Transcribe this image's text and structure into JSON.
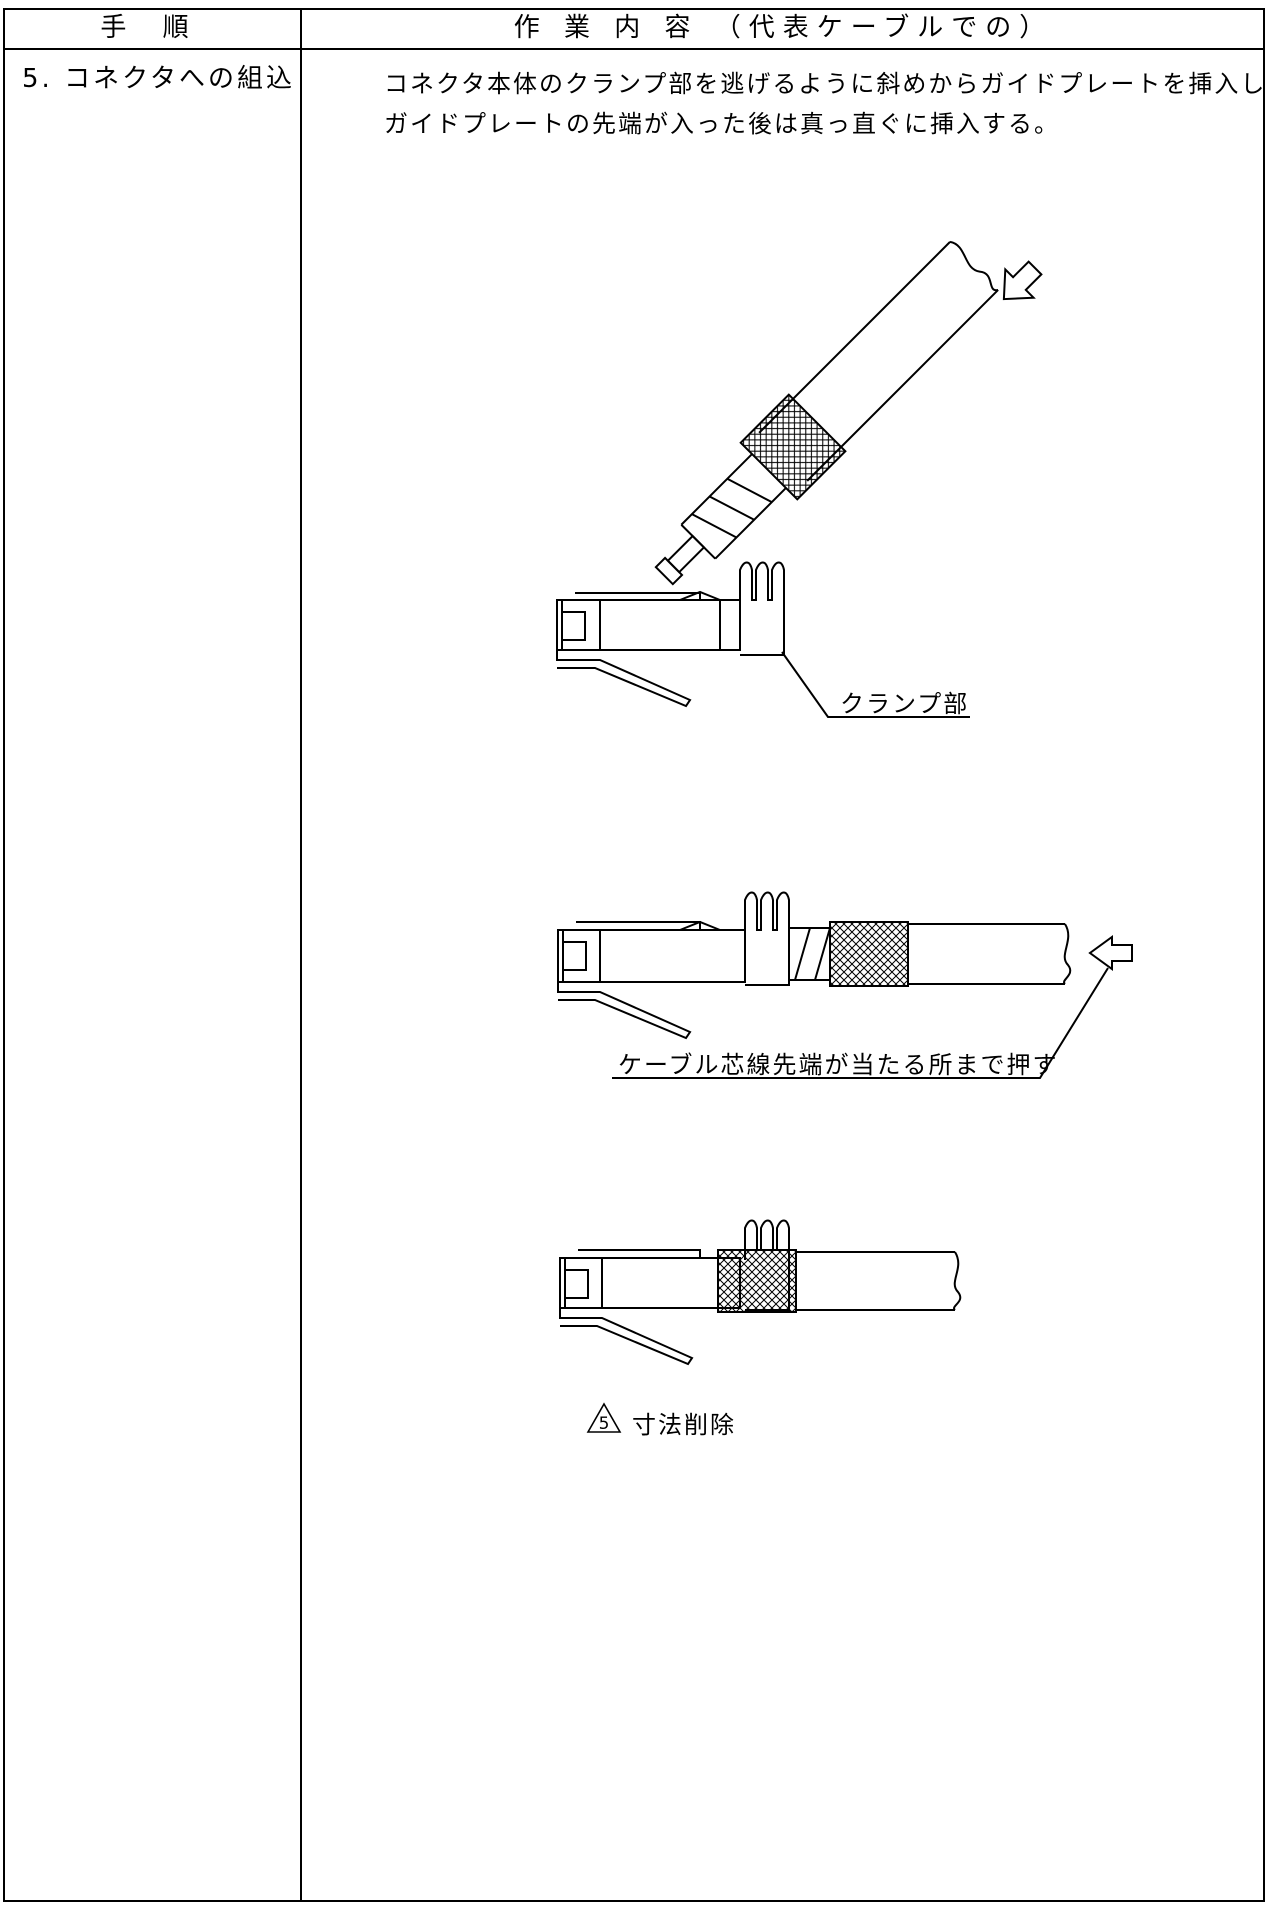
{
  "table": {
    "header_step": "手 順",
    "header_content": "作 業 内 容 （代表ケーブルでの）"
  },
  "step": {
    "title": "5. コネクタへの組込",
    "instruction_line1": "コネクタ本体のクランプ部を逃げるように斜めからガイドプレートを挿入し",
    "instruction_line2": "ガイドプレートの先端が入った後は真っ直ぐに挿入する。"
  },
  "figures": {
    "clamp_label": "クランプ部",
    "push_label": "ケーブル芯線先端が当たる所まで押す",
    "revision_mark": "5",
    "revision_text": "寸法削除"
  }
}
